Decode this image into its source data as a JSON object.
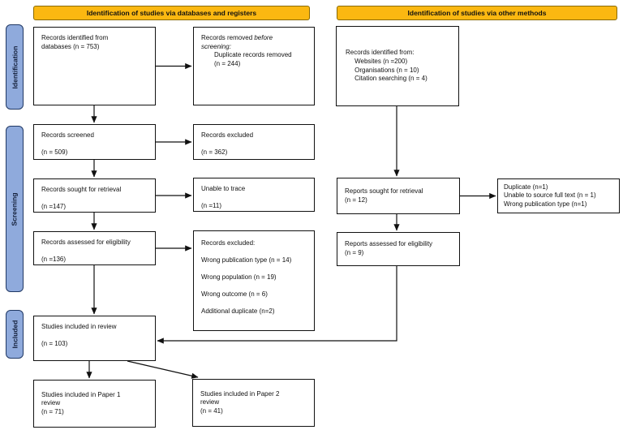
{
  "banners": {
    "databases": "Identification of studies via databases and registers",
    "other_methods": "Identification of studies via other methods"
  },
  "stages": {
    "identification": "Identification",
    "screening": "Screening",
    "included": "Included"
  },
  "boxes": {
    "records_identified_databases": "Records identified from\ndatabases (n = 753)",
    "records_removed_prefix": "Records removed ",
    "records_removed_italic": "before\nscreening:",
    "records_removed_detail": "Duplicate records removed\n(n = 244)",
    "records_screened": "Records screened\n\n(n = 509)",
    "records_excluded_screening": "Records excluded\n\n(n = 362)",
    "records_sought": "Records sought for retrieval\n\n(n =147)",
    "unable_to_trace": "Unable to trace\n\n(n =11)",
    "records_assessed": "Records assessed for eligibility\n\n(n =136)",
    "records_excluded_eligibility": "Records excluded:\n\nWrong publication type (n = 14)\n\nWrong population (n = 19)\n\nWrong outcome (n = 6)\n\nAdditional duplicate (n=2)",
    "studies_included_review": "Studies included in review\n\n(n = 103)",
    "paper1": "Studies included in Paper 1\nreview\n(n = 71)",
    "paper2": "Studies included in Paper 2\nreview\n(n = 41)",
    "records_identified_other": "Records identified from:\n     Websites (n =200)\n     Organisations (n = 10)\n     Citation searching (n = 4)",
    "reports_sought": "Reports sought for retrieval\n(n = 12)",
    "reports_excluded": "Duplicate (n=1)\nUnable to source full text (n = 1)\nWrong publication type (n=1)",
    "reports_assessed": "Reports assessed for eligibility\n(n = 9)"
  },
  "colors": {
    "banner_fill": "#FBB811",
    "banner_border": "#8A6A00",
    "stage_fill": "#8FAADC",
    "stage_border": "#203864",
    "box_border": "#111111",
    "arrow": "#111111"
  }
}
